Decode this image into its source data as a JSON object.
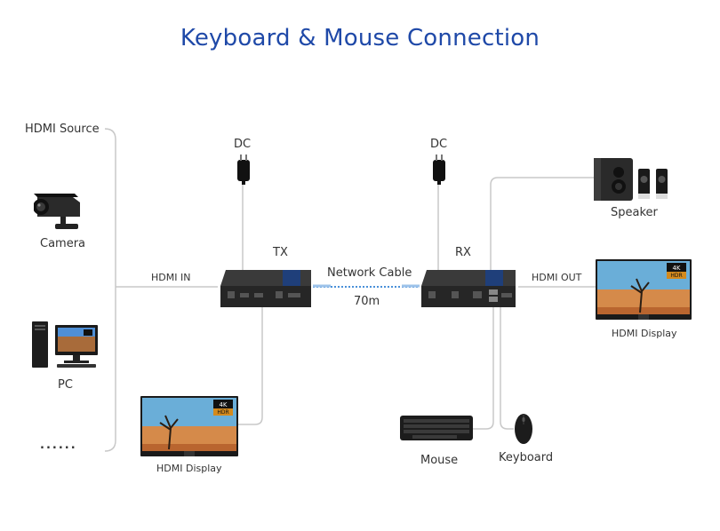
{
  "title": "Keyboard & Mouse Connection",
  "labels": {
    "hdmi_source": "HDMI Source",
    "camera": "Camera",
    "pc": "PC",
    "ellipsis": "......",
    "hdmi_in": "HDMI IN",
    "dc_left": "DC",
    "dc_right": "DC",
    "tx": "TX",
    "rx": "RX",
    "network_cable": "Network Cable",
    "distance": "70m",
    "hdmi_out": "HDMI OUT",
    "speaker": "Speaker",
    "hdmi_display_right": "HDMI Display",
    "hdmi_display_left": "HDMI Display",
    "mouse": "Mouse",
    "keyboard": "Keyboard"
  },
  "badges": {
    "four_k": "4K",
    "hdr": "HDR"
  },
  "colors": {
    "title": "#1f49a8",
    "wire": "#c8c8c8",
    "network": "#4a90d9",
    "device": "#2a2a2a"
  },
  "icons": [
    "camera-icon",
    "pc-icon",
    "power-adapter-icon",
    "extender-tx-icon",
    "extender-rx-icon",
    "speaker-icon",
    "tv-display-icon",
    "keyboard-icon",
    "mouse-icon"
  ]
}
